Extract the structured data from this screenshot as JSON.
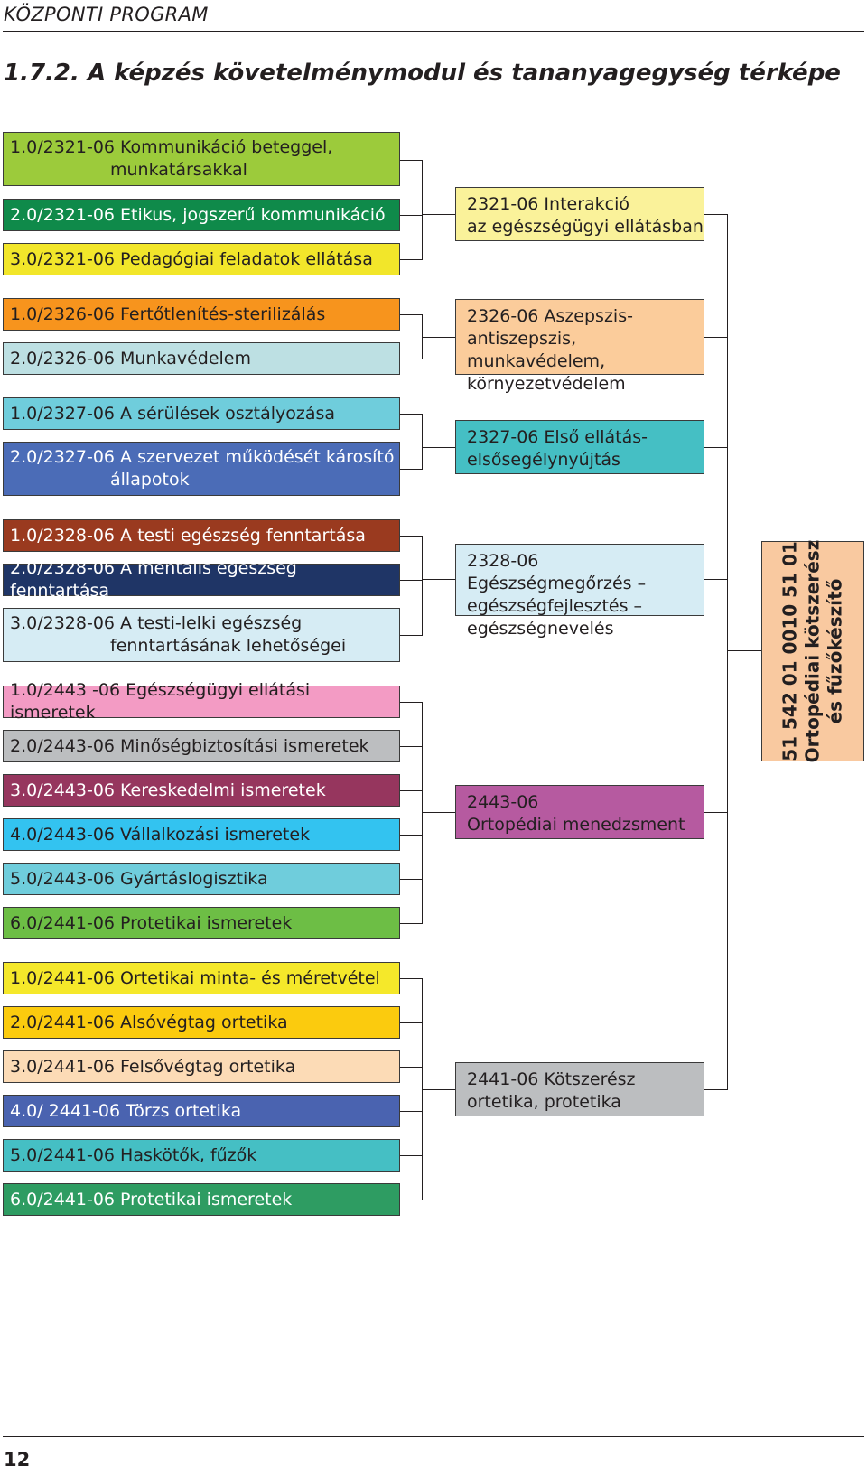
{
  "header": {
    "program": "KÖZPONTI PROGRAM"
  },
  "title": "1.7.2. A képzés követelménymodul és tananyagegység térképe",
  "units": [
    {
      "label": "1.0/2321-06 Kommunikáció beteggel,\nmunkatársakkal",
      "color": "#9ccb3b"
    },
    {
      "label": "2.0/2321-06 Etikus, jogszerű kommunikáció",
      "color": "#0f8a4a"
    },
    {
      "label": "3.0/2321-06 Pedagógiai feladatok ellátása",
      "color": "#f2e62a"
    },
    {
      "label": "1.0/2326-06 Fertőtlenítés-sterilizálás",
      "color": "#f7941d"
    },
    {
      "label": "2.0/2326-06 Munkavédelem",
      "color": "#bde0e3"
    },
    {
      "label": "1.0/2327-06 A sérülések osztályozása",
      "color": "#6fcddc"
    },
    {
      "label": "2.0/2327-06 A szervezet működését károsító\nállapotok",
      "color": "#4b6cb7"
    },
    {
      "label": "1.0/2328-06 A testi egészség fenntartása",
      "color": "#9a3a1f"
    },
    {
      "label": "2.0/2328-06 A mentális egészség fenntartása",
      "color": "#1f3566"
    },
    {
      "label": "3.0/2328-06 A testi-lelki egészség\nfenntartásának lehetőségei",
      "color": "#d6ecf4"
    },
    {
      "label": "1.0/2443 -06 Egészségügyi ellátási ismeretek",
      "color": "#f39bc4"
    },
    {
      "label": "2.0/2443-06 Minőségbiztosítási ismeretek",
      "color": "#bcbec0"
    },
    {
      "label": "3.0/2443-06 Kereskedelmi ismeretek",
      "color": "#96365e"
    },
    {
      "label": "4.0/2443-06 Vállalkozási ismeretek",
      "color": "#33c3f0"
    },
    {
      "label": "5.0/2443-06 Gyártáslogisztika",
      "color": "#6fcddc"
    },
    {
      "label": "6.0/2441-06 Protetikai ismeretek",
      "color": "#6dbe45"
    },
    {
      "label": "1.0/2441-06 Ortetikai minta- és méretvétel",
      "color": "#f5e82a"
    },
    {
      "label": "2.0/2441-06 Alsóvégtag ortetika",
      "color": "#fbcb0e"
    },
    {
      "label": "3.0/2441-06 Felsővégtag ortetika",
      "color": "#fcdbb6"
    },
    {
      "label": "4.0/ 2441-06 Törzs ortetika",
      "color": "#4a63b0"
    },
    {
      "label": "5.0/2441-06 Haskötők, fűzők",
      "color": "#45bfc4"
    },
    {
      "label": "6.0/2441-06 Protetikai ismeretek",
      "color": "#2e9c62"
    }
  ],
  "modules": [
    {
      "label": "2321-06 Interakció\naz egészségügyi ellátásban",
      "color": "#faf29a"
    },
    {
      "label": "2326-06 Aszepszis-\nantiszepszis, munkavédelem,\nkörnyezetvédelem",
      "color": "#fbcc9b"
    },
    {
      "label": "2327-06 Első ellátás-\nelsősegélynyújtás",
      "color": "#45bfc4"
    },
    {
      "label": "2328-06 Egészségmegőrzés –\negészségfejlesztés –\negészségnevelés",
      "color": "#d6ecf4"
    },
    {
      "label": "2443-06\nOrtopédiai menedzsment",
      "color": "#b65aa0"
    },
    {
      "label": "2441-06 Kötszerész\nortetika, protetika",
      "color": "#bcbec0"
    }
  ],
  "qualification": {
    "label": "51 542 01 0010 51 01\nOrtopédiai kötszerész\nés fűzőkészítő",
    "color": "#f9c9a0"
  },
  "page_number": "12"
}
